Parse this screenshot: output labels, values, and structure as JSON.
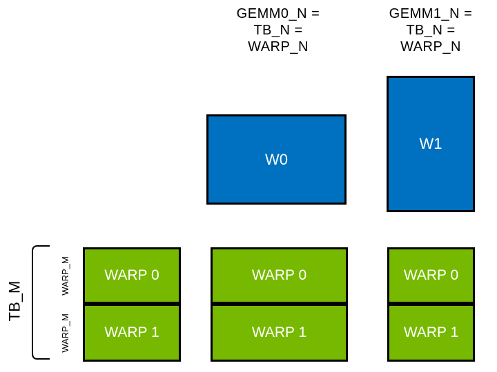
{
  "colors": {
    "box_blue": "#0070C0",
    "box_green": "#76B900",
    "box_border": "#000000",
    "label_text": "#000000",
    "box_text": "#FFFFFF"
  },
  "top_labels": [
    {
      "lines": [
        "GEMM0_N =",
        "TB_N =",
        "WARP_N"
      ]
    },
    {
      "lines": [
        "GEMM1_N =",
        "TB_N =",
        "WARP_N"
      ]
    }
  ],
  "blue_boxes": [
    {
      "label": "W0"
    },
    {
      "label": "W1"
    }
  ],
  "green_columns": [
    {
      "rows": [
        "WARP 0",
        "WARP 1"
      ]
    },
    {
      "rows": [
        "WARP 0",
        "WARP 1"
      ]
    },
    {
      "rows": [
        "WARP 0",
        "WARP 1"
      ]
    }
  ],
  "left_axis": {
    "tb_label": "TB_M",
    "warp_row_labels": [
      "WARP_M",
      "WARP_M"
    ]
  }
}
